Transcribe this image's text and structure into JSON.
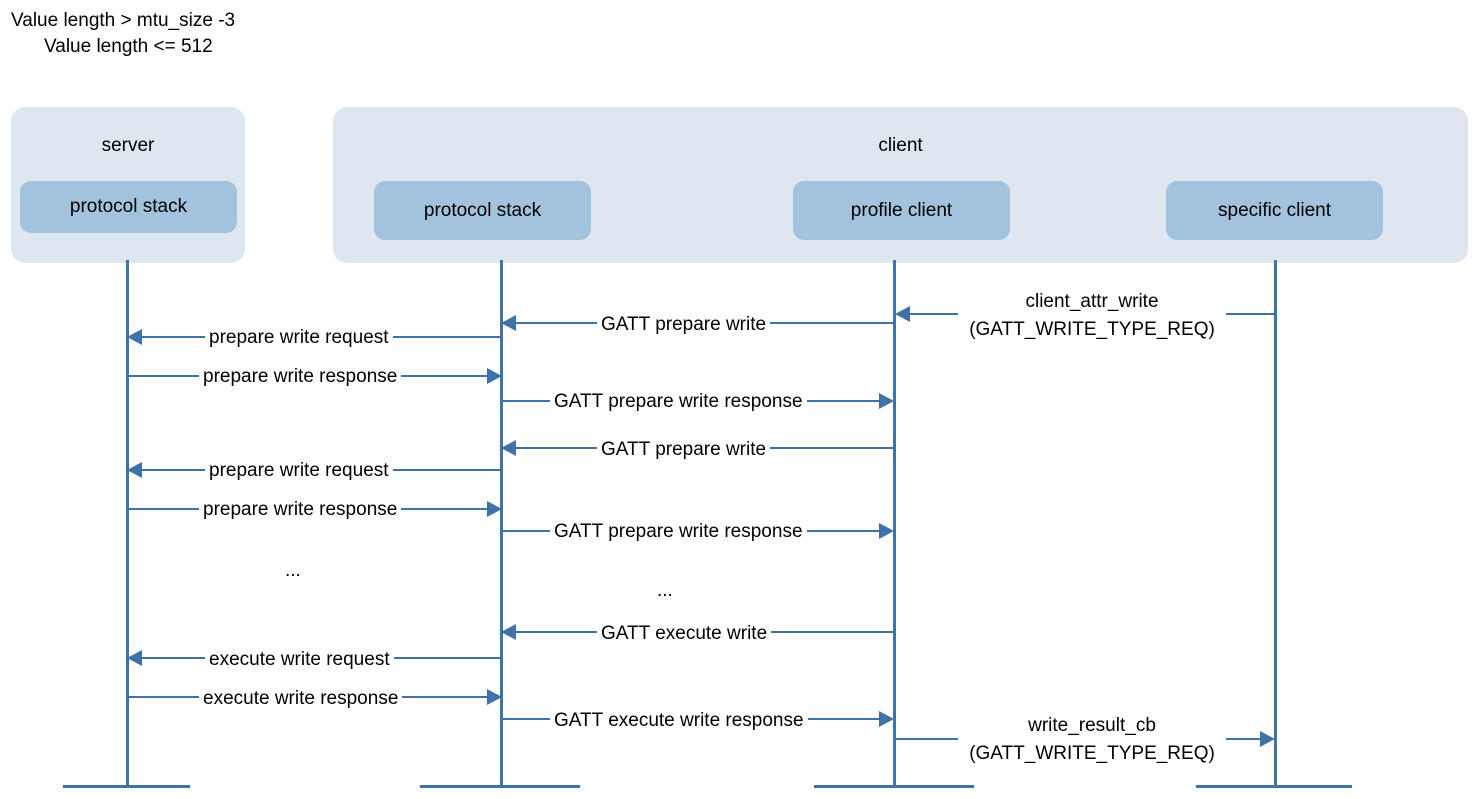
{
  "conditions": [
    "Value length > mtu_size -3",
    "Value length <= 512"
  ],
  "colors": {
    "container_bg": "#dee6f0",
    "actor_bg": "#a3c2de",
    "line": "#3f72a8",
    "text": "#000000",
    "page_bg": "#ffffff"
  },
  "groups": [
    {
      "title": "server",
      "name": "server-group"
    },
    {
      "title": "client",
      "name": "client-group"
    }
  ],
  "actors": [
    {
      "id": "server-stack",
      "label": "protocol stack",
      "group": "server"
    },
    {
      "id": "client-stack",
      "label": "protocol stack",
      "group": "client"
    },
    {
      "id": "profile-client",
      "label": "profile client",
      "group": "client"
    },
    {
      "id": "specific-client",
      "label": "specific client",
      "group": "client"
    }
  ],
  "messages": [
    {
      "id": "m1",
      "label": "client_attr_write",
      "label2": "(GATT_WRITE_TYPE_REQ)",
      "from": "specific-client",
      "to": "profile-client",
      "direction": "left"
    },
    {
      "id": "m2",
      "label": "GATT prepare write",
      "from": "profile-client",
      "to": "client-stack",
      "direction": "left"
    },
    {
      "id": "m3",
      "label": "prepare write request",
      "from": "client-stack",
      "to": "server-stack",
      "direction": "left"
    },
    {
      "id": "m4",
      "label": "prepare write response",
      "from": "server-stack",
      "to": "client-stack",
      "direction": "right"
    },
    {
      "id": "m5",
      "label": "GATT prepare write response",
      "from": "client-stack",
      "to": "profile-client",
      "direction": "right"
    },
    {
      "id": "m6",
      "label": "GATT prepare write",
      "from": "profile-client",
      "to": "client-stack",
      "direction": "left"
    },
    {
      "id": "m7",
      "label": "prepare write request",
      "from": "client-stack",
      "to": "server-stack",
      "direction": "left"
    },
    {
      "id": "m8",
      "label": "prepare write response",
      "from": "server-stack",
      "to": "client-stack",
      "direction": "right"
    },
    {
      "id": "m9",
      "label": "GATT prepare write response",
      "from": "client-stack",
      "to": "profile-client",
      "direction": "right"
    },
    {
      "id": "m10",
      "label": "GATT execute write",
      "from": "profile-client",
      "to": "client-stack",
      "direction": "left"
    },
    {
      "id": "m11",
      "label": "execute write request",
      "from": "client-stack",
      "to": "server-stack",
      "direction": "left"
    },
    {
      "id": "m12",
      "label": "execute write response",
      "from": "server-stack",
      "to": "client-stack",
      "direction": "right"
    },
    {
      "id": "m13",
      "label": "GATT execute write response",
      "from": "client-stack",
      "to": "profile-client",
      "direction": "right"
    },
    {
      "id": "m14",
      "label": "write_result_cb",
      "label2": "(GATT_WRITE_TYPE_REQ)",
      "from": "profile-client",
      "to": "specific-client",
      "direction": "right"
    }
  ],
  "ellipsis": [
    {
      "id": "e1",
      "text": "..."
    },
    {
      "id": "e2",
      "text": "..."
    }
  ]
}
